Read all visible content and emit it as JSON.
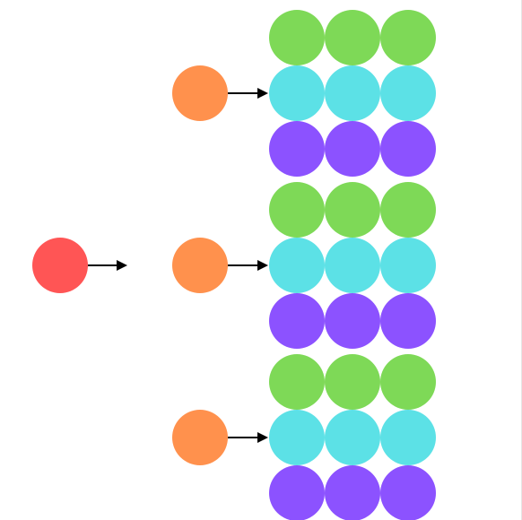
{
  "colors": {
    "root": "#ff5555",
    "branch": "#ff914d",
    "row_top": "#7ed957",
    "row_middle": "#5ce1e6",
    "row_bottom": "#8c52ff",
    "arrow": "#000000",
    "background": "#ffffff"
  },
  "structure": {
    "root_count": 1,
    "branch_count": 3,
    "rows_per_group": 3,
    "circles_per_row": 3,
    "row_color_order": [
      "row_top",
      "row_middle",
      "row_bottom"
    ]
  }
}
